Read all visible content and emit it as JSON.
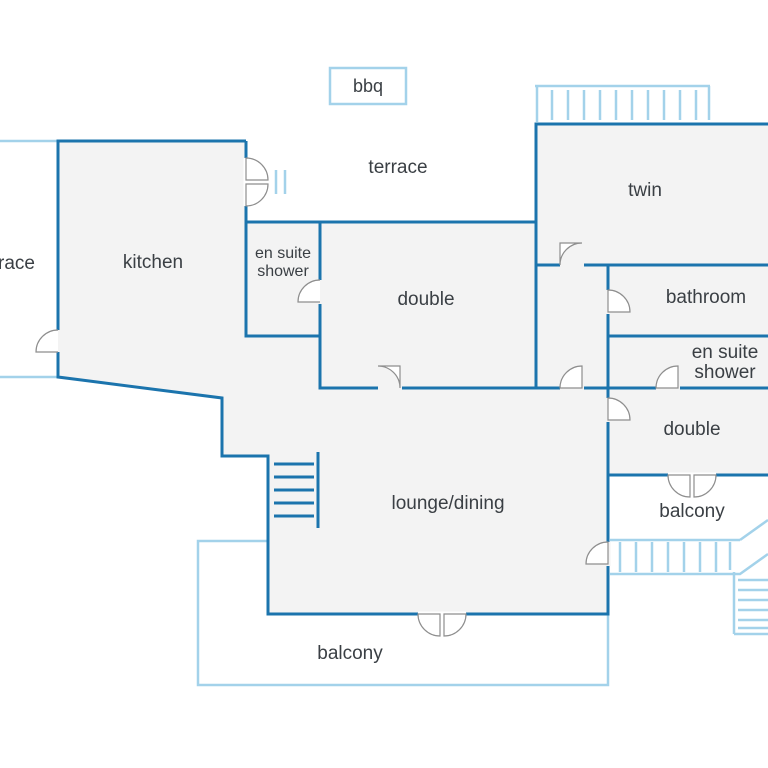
{
  "plan": {
    "labels": {
      "bbq": "bbq",
      "terrace_top": "terrace",
      "terrace_left": "race",
      "kitchen": "kitchen",
      "ensuite_shower_1_line1": "en suite",
      "ensuite_shower_1_line2": "shower",
      "double_1": "double",
      "twin": "twin",
      "bathroom": "bathroom",
      "ensuite_shower_2_line1": "en suite",
      "ensuite_shower_2_line2": "shower",
      "double_2": "double",
      "lounge_dining": "lounge/dining",
      "balcony_right": "balcony",
      "balcony_bottom": "balcony"
    },
    "colors": {
      "wall": "#1b74ad",
      "outdoor_outline": "#a3d2ea",
      "room_fill": "#f3f3f3",
      "door": "#8e8e8e",
      "text": "#3a3f44"
    }
  }
}
